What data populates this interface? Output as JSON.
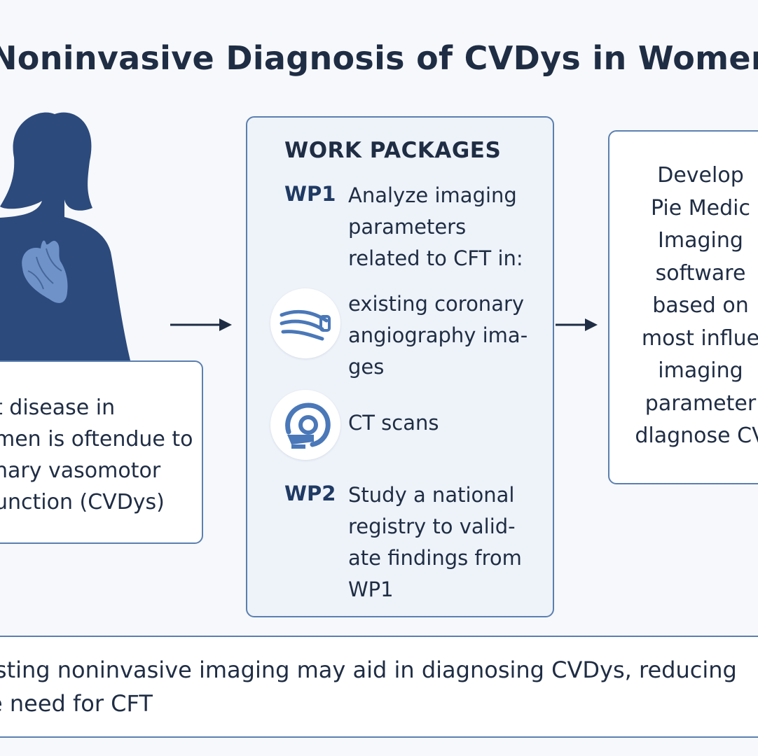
{
  "title": "Noninvasive Diagnosis of CVDys in Women",
  "left_box": {
    "lines": [
      "t disease in",
      "men is oftendue to",
      "nary vasomotor",
      "unction (CVDys)"
    ]
  },
  "work_packages": {
    "heading": "WORK PACKAGES",
    "wp1": {
      "tag": "WP1",
      "lines": [
        "Analyze imaging",
        "parameters",
        "related to CFT in:"
      ],
      "items": [
        {
          "icon": "coronary-angiography-icon",
          "lines": [
            "existing coronary",
            "angiography ima-",
            "ges"
          ]
        },
        {
          "icon": "ct-scanner-icon",
          "lines": [
            "CT scans"
          ]
        }
      ]
    },
    "wp2": {
      "tag": "WP2",
      "lines": [
        "Study a national",
        "registry to valid-",
        "ate findings from",
        "WP1"
      ]
    }
  },
  "right_box": {
    "lines": [
      "Develop",
      "Pie Medic",
      "Imaging",
      "software",
      "based on",
      "most influe",
      "imaging",
      "parameter",
      "dlagnose CV"
    ]
  },
  "conclusion": {
    "lines": [
      "isting noninvasive imaging may aid in diagnosing CVDys, reducing",
      "e need for CFT"
    ]
  },
  "colors": {
    "silhouette": "#2c4a7c",
    "heart": "#6f93c9",
    "border": "#5b7fb0",
    "text": "#1f2d44",
    "icon": "#4a78b8"
  }
}
